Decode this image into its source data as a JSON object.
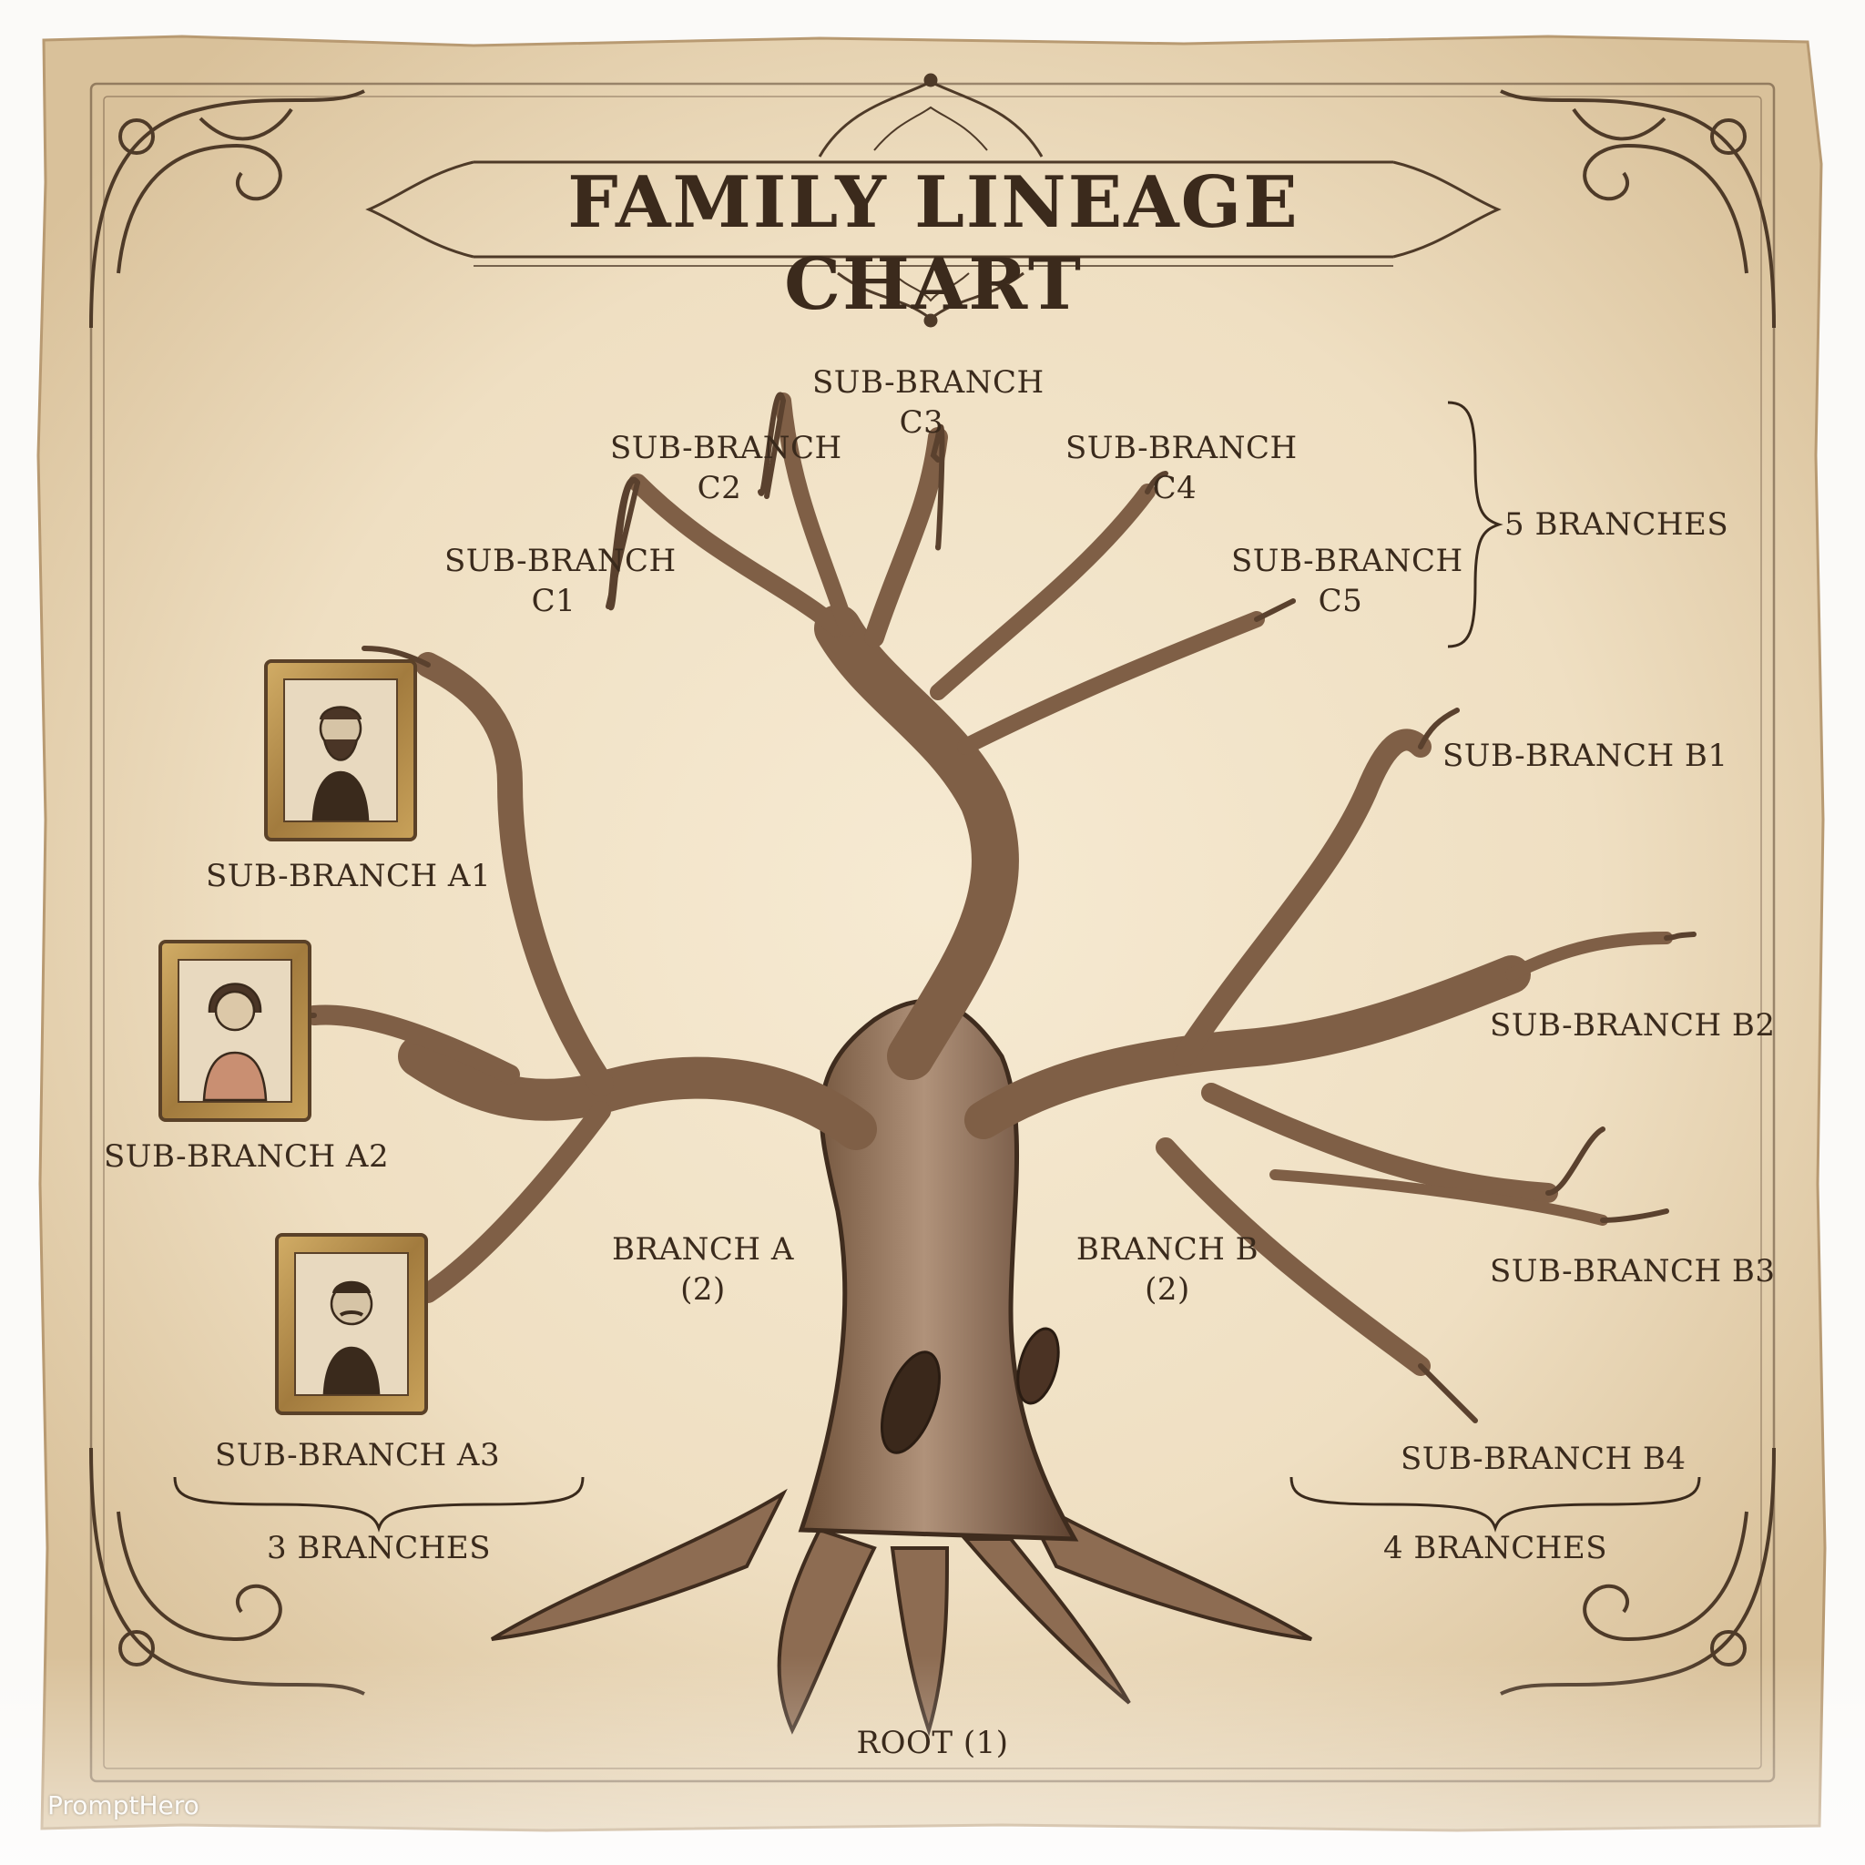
{
  "title": "FAMILY LINEAGE CHART",
  "root": {
    "label": "ROOT (1)"
  },
  "branches": [
    {
      "id": "A",
      "line1": "BRANCH A",
      "line2": "(2)"
    },
    {
      "id": "B",
      "line1": "BRANCH B",
      "line2": "(2)"
    }
  ],
  "sub_branches_a": [
    "SUB-BRANCH A1",
    "SUB-BRANCH A2",
    "SUB-BRANCH A3"
  ],
  "sub_branches_b": [
    "SUB-BRANCH B1",
    "SUB-BRANCH B2",
    "SUB-BRANCH B3",
    "SUB-BRANCH B4"
  ],
  "sub_branches_c": [
    {
      "line1": "SUB-BRANCH",
      "line2": "C1"
    },
    {
      "line1": "SUB-BRANCH",
      "line2": "C2"
    },
    {
      "line1": "SUB-BRANCH",
      "line2": "C3"
    },
    {
      "line1": "SUB-BRANCH",
      "line2": "C4"
    },
    {
      "line1": "SUB-BRANCH",
      "line2": "C5"
    }
  ],
  "brace_labels": {
    "a": "3 BRANCHES",
    "b": "4 BRANCHES",
    "c": "5 BRANCHES"
  },
  "watermark": "PromptHero",
  "colors": {
    "paper": "#ecdcc0",
    "ink": "#3a2a1c",
    "bark": "#8a6a50",
    "bark_dark": "#4a3322",
    "frame": "#b08a4a"
  },
  "icons": [
    "portrait-man-bearded-icon",
    "portrait-woman-icon",
    "portrait-man-mustache-icon"
  ]
}
